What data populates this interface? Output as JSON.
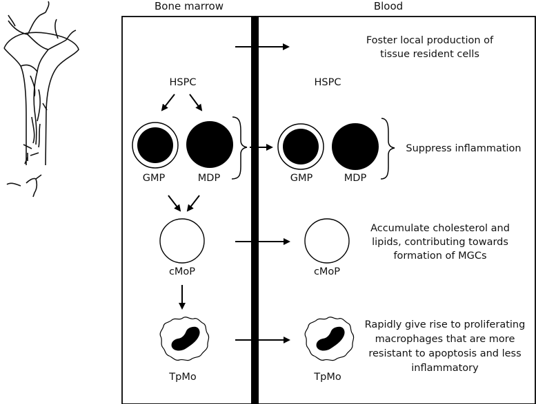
{
  "headers": {
    "left": "Bone marrow",
    "right": "Blood"
  },
  "left": {
    "hspc": "HSPC",
    "gmp": "GMP",
    "mdp": "MDP",
    "cmop": "cMoP",
    "tpmo": "TpMo"
  },
  "right": {
    "hspc": "HSPC",
    "gmp": "GMP",
    "mdp": "MDP",
    "cmop": "cMoP",
    "tpmo": "TpMo"
  },
  "annotations": {
    "hspc": [
      "Foster local production of",
      "tissue resident cells"
    ],
    "gmp_mdp": [
      "Suppress inflammation"
    ],
    "cmop": [
      "Accumulate cholesterol and",
      "lipids, contributing towards",
      "formation of MGCs"
    ],
    "tpmo": [
      "Rapidly give rise to proliferating",
      "macrophages that are more",
      "resistant to apoptosis and less",
      "inflammatory"
    ]
  },
  "colors": {
    "line": "#000000",
    "fill": "#000000",
    "background": "#ffffff"
  }
}
